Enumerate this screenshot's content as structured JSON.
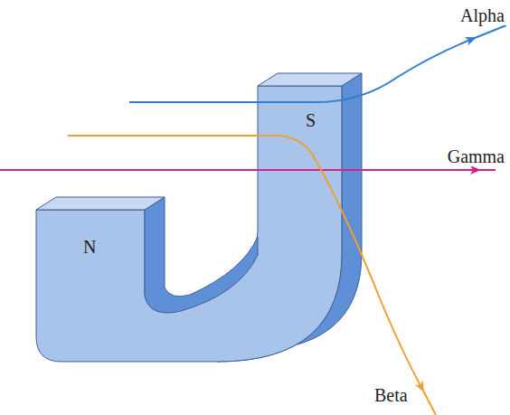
{
  "diagram": {
    "labels": [
      "Alpha",
      "Gamma",
      "Beta",
      "N",
      "S"
    ]
  }
}
